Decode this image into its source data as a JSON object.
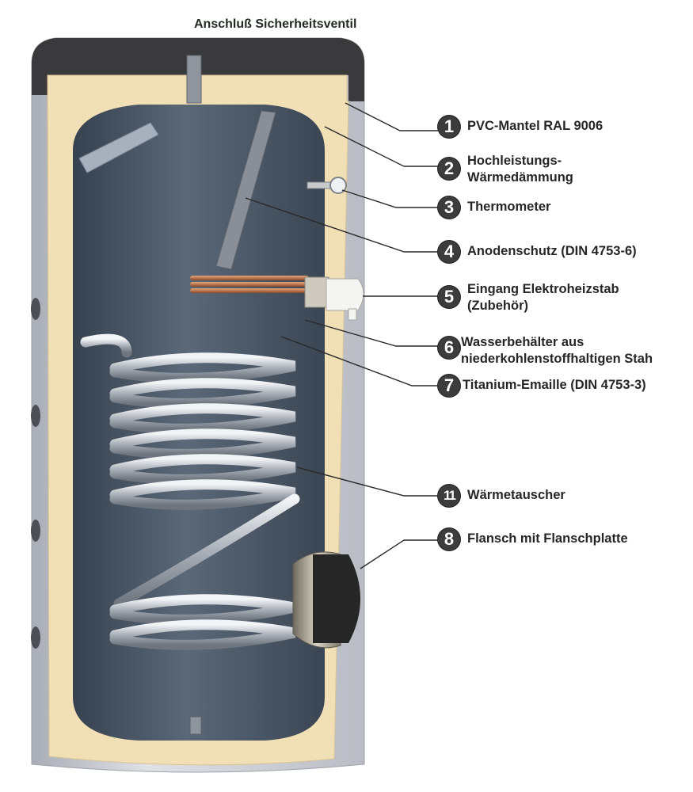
{
  "top_label": "Anschluß Sicherheitsventil",
  "callouts": [
    {
      "badge": "1",
      "text": "PVC-Mantel RAL 9006"
    },
    {
      "badge": "2",
      "text_line1": "Hochleistungs-",
      "text_line2": "Wärmedämmung"
    },
    {
      "badge": "3",
      "text": "Thermometer"
    },
    {
      "badge": "4",
      "text": "Anodenschutz (DIN 4753-6)"
    },
    {
      "badge": "5",
      "text_line1": "Eingang Elektroheizstab",
      "text_line2": "(Zubehör)"
    },
    {
      "badge": "6",
      "text_line1": "Wasserbehälter aus",
      "text_line2": "niederkohlenstoffhaltigen Stah"
    },
    {
      "badge": "7",
      "text": "Titanium-Emaille (DIN 4753-3)"
    },
    {
      "badge": "11",
      "text": "Wärmetauscher"
    },
    {
      "badge": "8",
      "text": "Flansch mit Flanschplatte"
    }
  ],
  "colors": {
    "jacket": "#c8cbd2",
    "insulation": "#f1dfb6",
    "tank": "#4b5867",
    "coil": "#c9cdd3",
    "badge": "#3c3c3c",
    "leader": "#2a2a2a"
  }
}
